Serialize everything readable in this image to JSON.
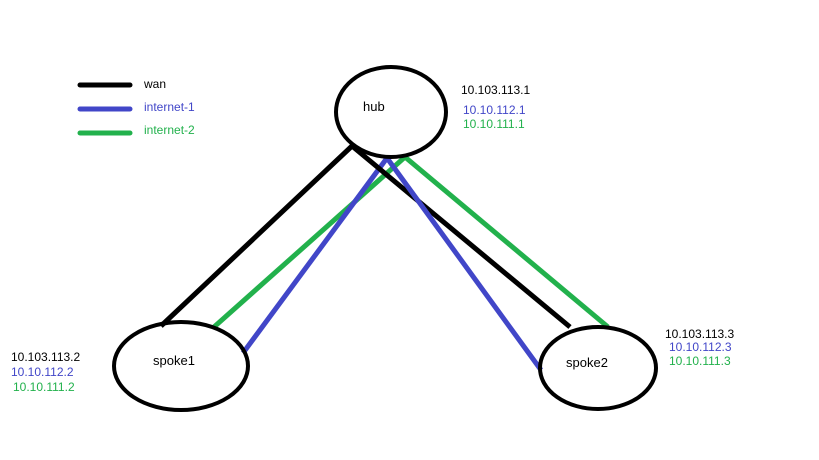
{
  "colors": {
    "wan": "#000000",
    "internet_1": "#4146c8",
    "internet_2": "#22b14c",
    "node_outline": "#000000",
    "background": "#ffffff"
  },
  "legend": [
    {
      "label": "wan",
      "color": "#000000"
    },
    {
      "label": "internet-1",
      "color": "#4146c8"
    },
    {
      "label": "internet-2",
      "color": "#22b14c"
    }
  ],
  "nodes": {
    "hub": {
      "name": "hub",
      "wan_ip": "10.103.113.1",
      "internet_1_ip": "10.10.112.1",
      "internet_2_ip": "10.10.111.1"
    },
    "spoke1": {
      "name": "spoke1",
      "wan_ip": "10.103.113.2",
      "internet_1_ip": "10.10.112.2",
      "internet_2_ip": "10.10.111.2"
    },
    "spoke2": {
      "name": "spoke2",
      "wan_ip": "10.103.113.3",
      "internet_1_ip": "10.10.112.3",
      "internet_2_ip": "10.10.111.3"
    }
  },
  "links": [
    {
      "from": "hub",
      "to": "spoke1",
      "network": "wan"
    },
    {
      "from": "hub",
      "to": "spoke1",
      "network": "internet-1"
    },
    {
      "from": "hub",
      "to": "spoke1",
      "network": "internet-2"
    },
    {
      "from": "hub",
      "to": "spoke2",
      "network": "wan"
    },
    {
      "from": "hub",
      "to": "spoke2",
      "network": "internet-1"
    },
    {
      "from": "hub",
      "to": "spoke2",
      "network": "internet-2"
    }
  ]
}
